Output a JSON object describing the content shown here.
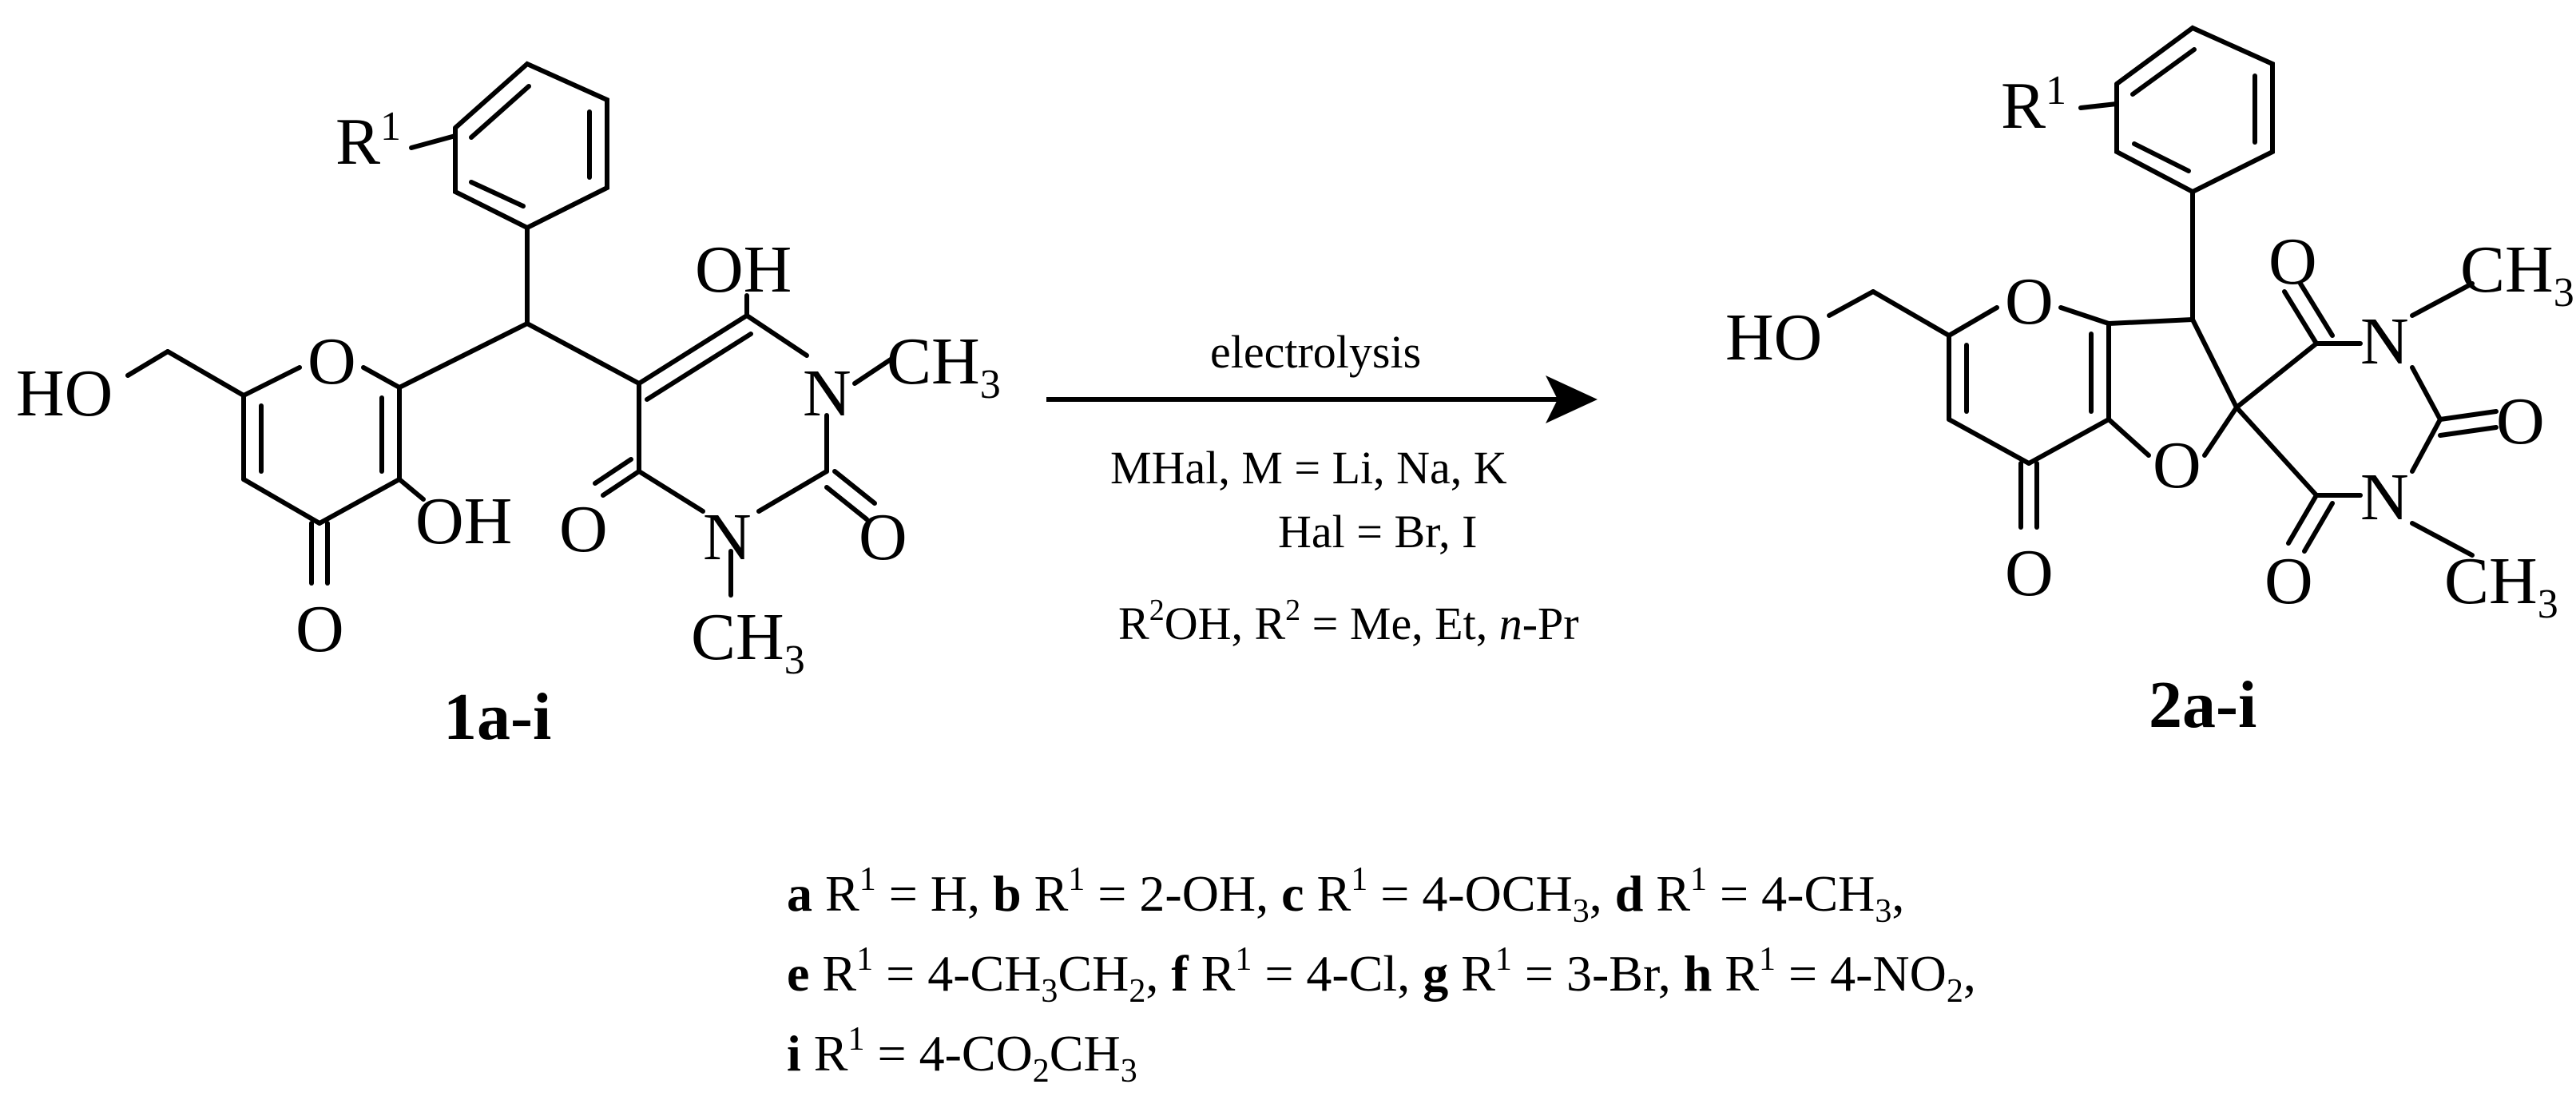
{
  "compound_left": {
    "label": "1a-i",
    "atoms": {
      "r": "R",
      "r_sup": "1",
      "ho": "HO",
      "o_ring": "O",
      "oh_lower": "OH",
      "o_keto": "O",
      "oh_upper": "OH",
      "n_upper": "N",
      "ch3_upper": "CH",
      "ch3_upper_sub": "3",
      "o_c4": "O",
      "n_lower": "N",
      "o_c2": "O",
      "ch3_lower": "CH",
      "ch3_lower_sub": "3"
    }
  },
  "compound_right": {
    "label": "2a-i",
    "atoms": {
      "r": "R",
      "r_sup": "1",
      "ho": "HO",
      "o_pyran": "O",
      "o_keto": "O",
      "o_furan": "O",
      "o_top": "O",
      "n_upper": "N",
      "ch3_upper": "CH",
      "ch3_upper_sub": "3",
      "o_right": "O",
      "n_lower": "N",
      "o_bottom": "O",
      "ch3_lower": "CH",
      "ch3_lower_sub": "3"
    }
  },
  "conditions": {
    "line1": "electrolysis",
    "line2": "MHal, M = Li, Na, K",
    "line3": "Hal = Br, I",
    "line4_r": "R",
    "line4_sup": "2",
    "line4_mid": "OH, R",
    "line4_sup2": "2",
    "line4_end": " = Me, Et, ",
    "line4_ital": "n",
    "line4_tail": "-Pr"
  },
  "legend": {
    "row1": [
      {
        "key": "a",
        "pre": " R",
        "sup": "1",
        "val": " = H,  "
      },
      {
        "key": "b",
        "pre": " R",
        "sup": "1",
        "val": " = 2-OH,  "
      },
      {
        "key": "c",
        "pre": " R",
        "sup": "1",
        "val": " = 4-OCH",
        "sub": "3",
        "tail": ",  "
      },
      {
        "key": "d",
        "pre": " R",
        "sup": "1",
        "val": " = 4-CH",
        "sub": "3",
        "tail": ","
      }
    ],
    "row2": [
      {
        "key": "e",
        "pre": " R",
        "sup": "1",
        "val": " = 4-CH",
        "sub": "3",
        "mid": "CH",
        "sub2": "2",
        "tail": ",  "
      },
      {
        "key": "f",
        "pre": " R",
        "sup": "1",
        "val": " =  4-Cl,  "
      },
      {
        "key": "g",
        "pre": " R",
        "sup": "1",
        "val": " = 3-Br,  "
      },
      {
        "key": "h",
        "pre": " R",
        "sup": "1",
        "val": " = 4-NO",
        "sub": "2",
        "tail": ","
      }
    ],
    "row3": [
      {
        "key": "i",
        "pre": " R",
        "sup": "1",
        "val": " = 4-CO",
        "sub": "2",
        "mid": "CH",
        "sub2": "3",
        "tail": ""
      }
    ]
  }
}
